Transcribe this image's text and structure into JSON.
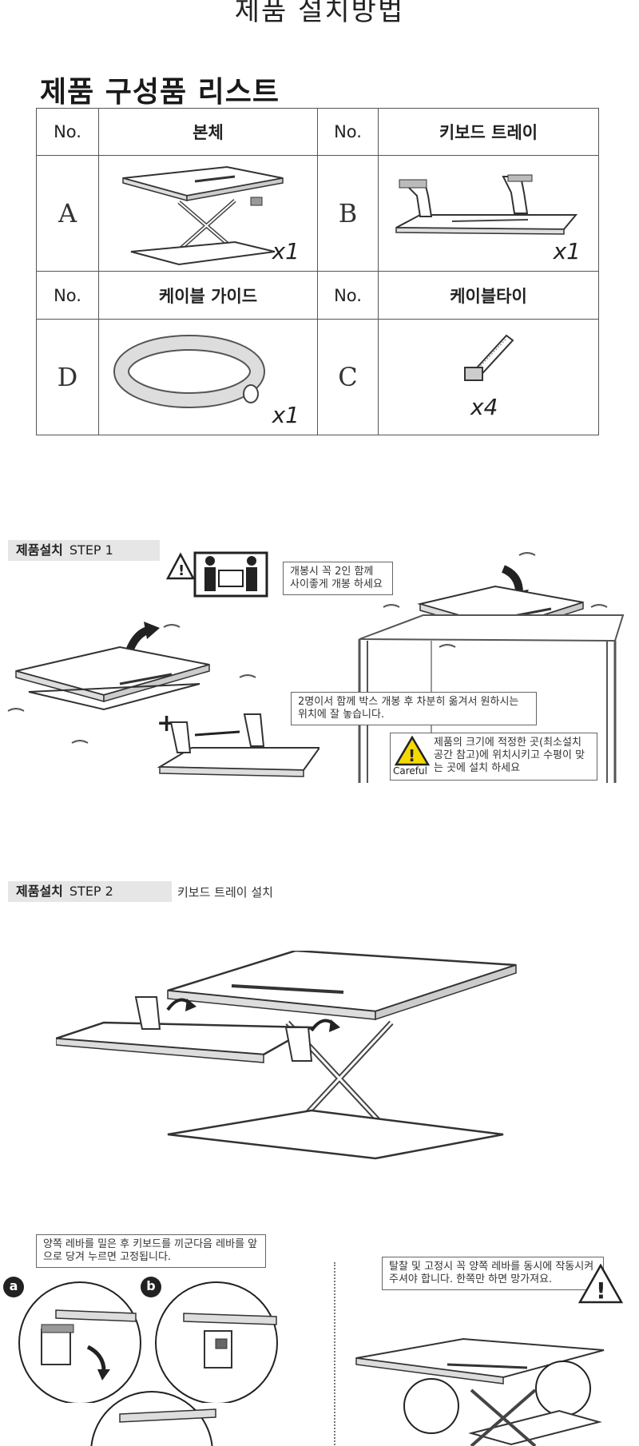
{
  "page": {
    "title": "제품 설치방법",
    "list_title": "제품 구성품 리스트"
  },
  "parts_table": {
    "no_label": "No.",
    "rows": [
      {
        "left": {
          "header": "본체",
          "letter": "A",
          "qty": "x1",
          "icon": "desk-converter-icon"
        },
        "right": {
          "header": "키보드 트레이",
          "letter": "B",
          "qty": "x1",
          "icon": "keyboard-tray-icon"
        }
      },
      {
        "left": {
          "header": "케이블 가이드",
          "letter": "D",
          "qty": "x1",
          "icon": "cable-guide-icon"
        },
        "right": {
          "header": "케이블타이",
          "letter": "C",
          "qty": "x4",
          "icon": "cable-tie-icon"
        }
      }
    ]
  },
  "step1": {
    "label_bold": "제품설치",
    "label_step": "STEP 1",
    "note_two_person": "개봉시 꼭 2인 함께 사이좋게 개봉 하세요",
    "note_move": "2명이서 함께 박스 개봉 후 차분히 옮겨서  원하시는 위치에 잘 놓습니다.",
    "note_careful": "제품의 크기에 적정한 곳(최소설치 공간 참고)에 위치시키고 수평이 맞는 곳에 설치 하세요",
    "careful_label": "Careful"
  },
  "step2": {
    "label_bold": "제품설치",
    "label_step": "STEP 2",
    "description": "키보드 트레이 설치",
    "note_lever": "양쪽 레바를 밀은 후 키보드를 끼군다음 레바를 앞으로 당겨 누르면 고정됩니다.",
    "note_warning": "탈찰 및 고정시 꼭 양쪽 레바를 동시에 작동시켜 주셔야 합니다. 한쪽만 하면 망가져요.",
    "badge_a": "a",
    "badge_b": "b"
  }
}
